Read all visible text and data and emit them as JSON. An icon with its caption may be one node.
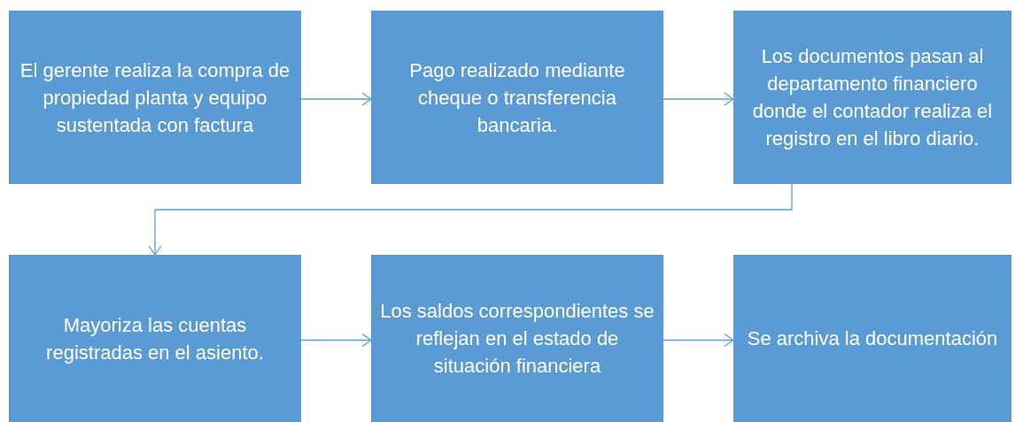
{
  "diagram": {
    "nodes": [
      {
        "text": [
          "El gerente realiza la compra de propiedad planta y equipo sustentada con factura"
        ]
      },
      {
        "text": [
          "Pago realizado mediante cheque o transferencia bancaria."
        ]
      },
      {
        "text": [
          "Los documentos pasan al departamento financiero donde el contador realiza el registro en el libro diario."
        ]
      },
      {
        "text": [
          "Mayoriza las cuentas registradas en el asiento."
        ]
      },
      {
        "text": [
          "Los saldos correspondientes se reflejan en el estado de situación financiera"
        ]
      },
      {
        "text": [
          "Se archiva la documentación"
        ]
      }
    ],
    "edges": [
      {
        "from": 0,
        "to": 1,
        "arrow": "to"
      },
      {
        "from": 1,
        "to": 2,
        "arrow": "to"
      },
      {
        "from": 2,
        "to": 3,
        "arrow": "to"
      },
      {
        "from": 3,
        "to": 4,
        "arrow": "to"
      },
      {
        "from": 4,
        "to": 5,
        "arrow": "to"
      }
    ]
  }
}
